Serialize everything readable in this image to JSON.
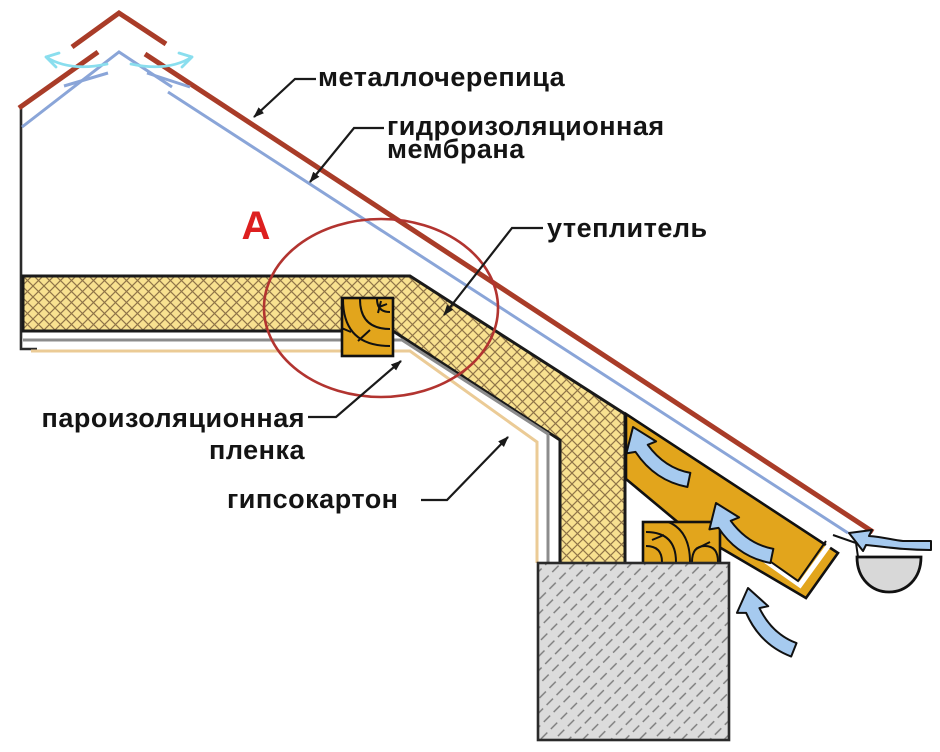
{
  "diagram": {
    "detail_marker": "А",
    "labels": {
      "metal_tile": "металлочерепица",
      "waterproof_membrane_line1": "гидроизоляционная",
      "waterproof_membrane_line2": "мембрана",
      "insulation": "утеплитель",
      "vapor_barrier_line1": "пароизоляционная",
      "vapor_barrier_line2": "пленка",
      "drywall": "гипсокартон"
    },
    "colors": {
      "metal_tile_red": "#A93C28",
      "membrane_blue": "#8AA5D8",
      "ridge_vent_cyan": "#8ADEEE",
      "insulation_fill": "#F8E190",
      "insulation_hatch": "#8F7448",
      "wood_fill": "#E2A51C",
      "wall_fill": "#DCDCDC",
      "gutter_fill": "#D8D8D8",
      "airflow_arrow_fill": "#A6CAEF",
      "vapor_film_gray": "#8C8C8C",
      "drywall_beige": "#EBCB96",
      "detail_circle_red": "#B23430",
      "detail_letter_red": "#DD1F1F",
      "label_text": "#141414"
    }
  }
}
